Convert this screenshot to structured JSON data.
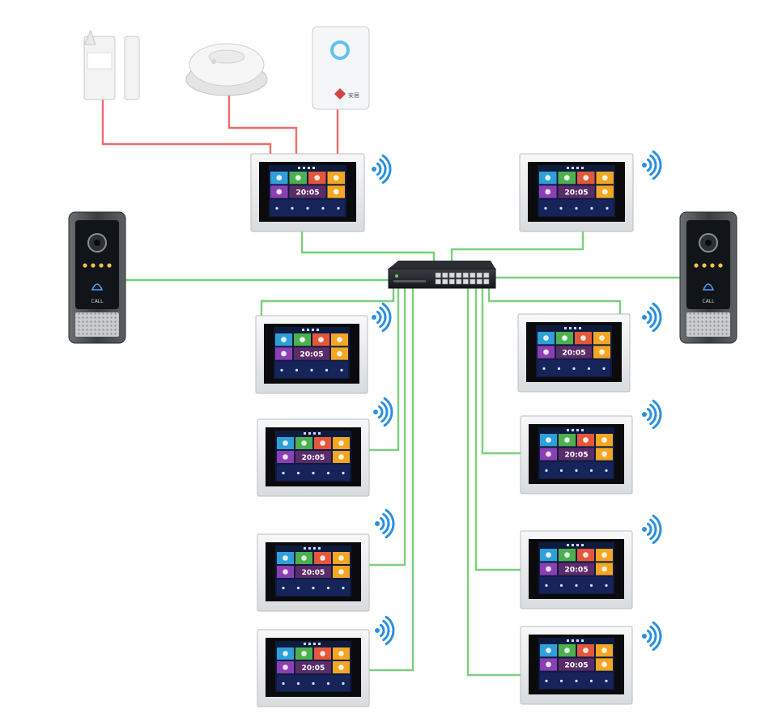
{
  "colors": {
    "ethernet_cable": "#7ccf7c",
    "alarm_cable": "#ef6b6b",
    "wifi": "#2a8fe0",
    "switch_body": "#23262b",
    "monitor_frame": "#eceef0",
    "screen_bg": "#0d1b3e",
    "tile_colors": [
      "#2f9fd8",
      "#4cb04f",
      "#e3573a",
      "#f2a623",
      "#8a3fb5",
      "#3f6fd3"
    ]
  },
  "monitor": {
    "clock_text": "20:05"
  },
  "sensors": {
    "wifi_panel_brand": "安居"
  },
  "doorbell": {
    "call_label": "CALL"
  },
  "icons": {
    "wifi": "wifi-icon",
    "bell": "bell-icon",
    "camera": "camera-icon"
  }
}
